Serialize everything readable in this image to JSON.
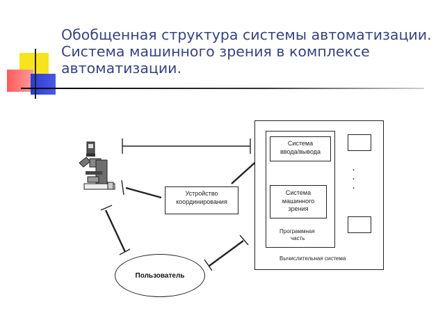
{
  "slide": {
    "title_lines": [
      "Обобщенная структура системы автоматизации.",
      "Система машинного зрения в комплексе",
      "автоматизации."
    ]
  },
  "diagram": {
    "coordination_device": [
      "Устройство",
      "координирования"
    ],
    "io_system": [
      "Система",
      "ввода/вывода"
    ],
    "mv_system": [
      "Система",
      "машинного",
      "зрения"
    ],
    "software_part": [
      "Программная",
      "часть"
    ],
    "computing_system": "Вычислительная система",
    "user": "Пользователь",
    "ellipsis_dots": ". . ."
  }
}
